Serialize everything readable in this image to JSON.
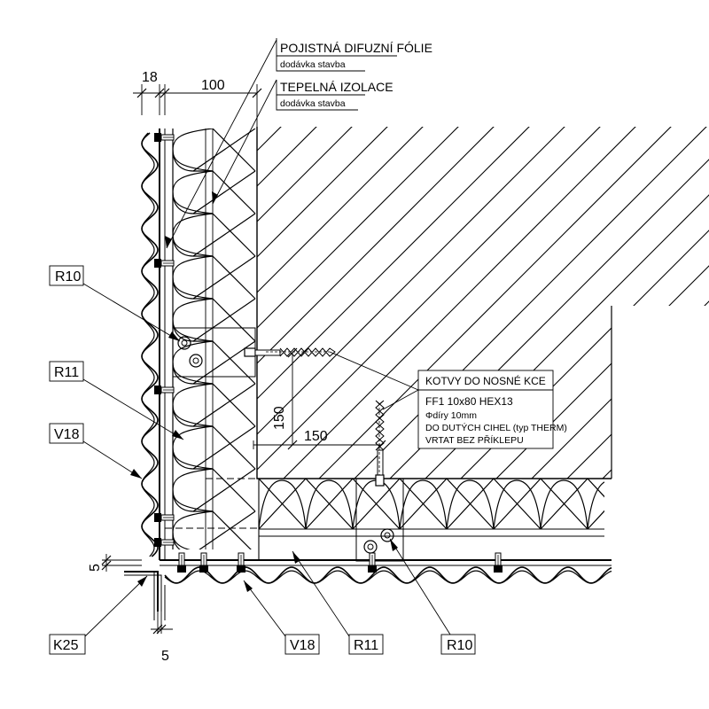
{
  "notes": {
    "foil_title": "POJISTNÁ DIFUZNÍ FÓLIE",
    "foil_sub": "dodávka stavba",
    "insul_title": "TEPELNÁ IZOLACE",
    "insul_sub": "dodávka stavba",
    "anchor_title": "KOTVY DO NOSNÉ KCE",
    "anchor_line1": "FF1 10x80 HEX13",
    "anchor_line2": "Φdíry 10mm",
    "anchor_line3": "DO DUTÝCH CIHEL (typ THERM)",
    "anchor_line4": "VRTAT BEZ PŘÍKLEPU"
  },
  "dimensions": {
    "d18": "18",
    "d100": "100",
    "d150_v": "150",
    "d150_h": "150",
    "d5_v": "5",
    "d5_h": "5"
  },
  "tags": {
    "r10_left": "R10",
    "r11_left": "R11",
    "v18_left": "V18",
    "k25": "K25",
    "v18_bottom": "V18",
    "r11_bottom": "R11",
    "r10_bottom": "R10"
  }
}
